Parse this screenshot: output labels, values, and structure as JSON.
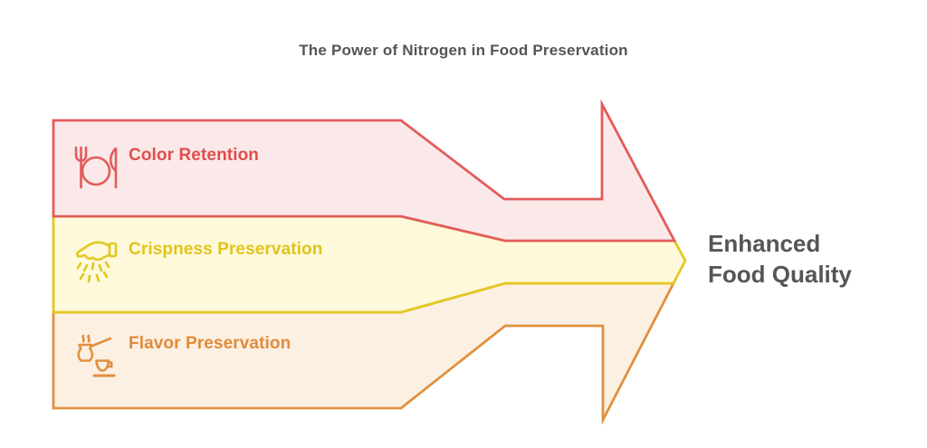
{
  "title": "The Power of Nitrogen in Food Preservation",
  "bands": [
    {
      "label": "Color Retention",
      "icon": "cutlery-icon",
      "fill": "#fbe9e9",
      "stroke": "#e25c5b",
      "text_color": "#e24d4c"
    },
    {
      "label": "Crispness Preservation",
      "icon": "sprinkle-hand-icon",
      "fill": "#fdf9da",
      "stroke": "#e3c722",
      "text_color": "#e3c31c"
    },
    {
      "label": "Flavor Preservation",
      "icon": "coffee-pot-icon",
      "fill": "#fcf0e3",
      "stroke": "#e0913f",
      "text_color": "#e08b3a"
    }
  ],
  "result": {
    "label": "Enhanced\nFood Quality",
    "color": "#545557"
  }
}
